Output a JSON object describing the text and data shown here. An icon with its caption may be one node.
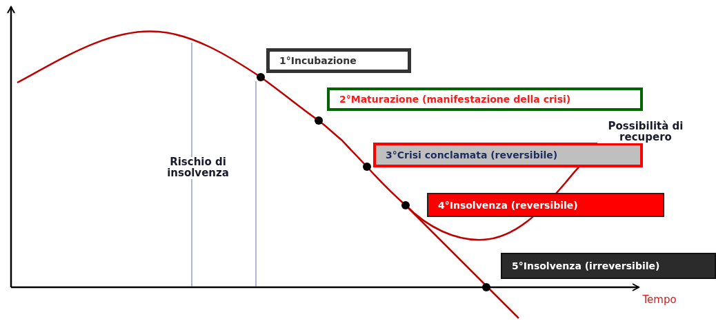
{
  "diagram": {
    "nodes": [
      {
        "text": [
          "1°Incubazione"
        ]
      },
      {
        "text": [
          "2°Maturazione  (manifestazione della crisi)"
        ]
      },
      {
        "text": [
          "3°Crisi conclamata (reversibile)"
        ]
      },
      {
        "text": [
          "4°Insolvenza  (reversibile)"
        ]
      },
      {
        "text": [
          "5°Insolvenza (irreversibile)"
        ]
      }
    ],
    "edges": [],
    "labels": [
      "Possibilità di recupero",
      "Rischio di insolvenza",
      "Tempo"
    ]
  }
}
